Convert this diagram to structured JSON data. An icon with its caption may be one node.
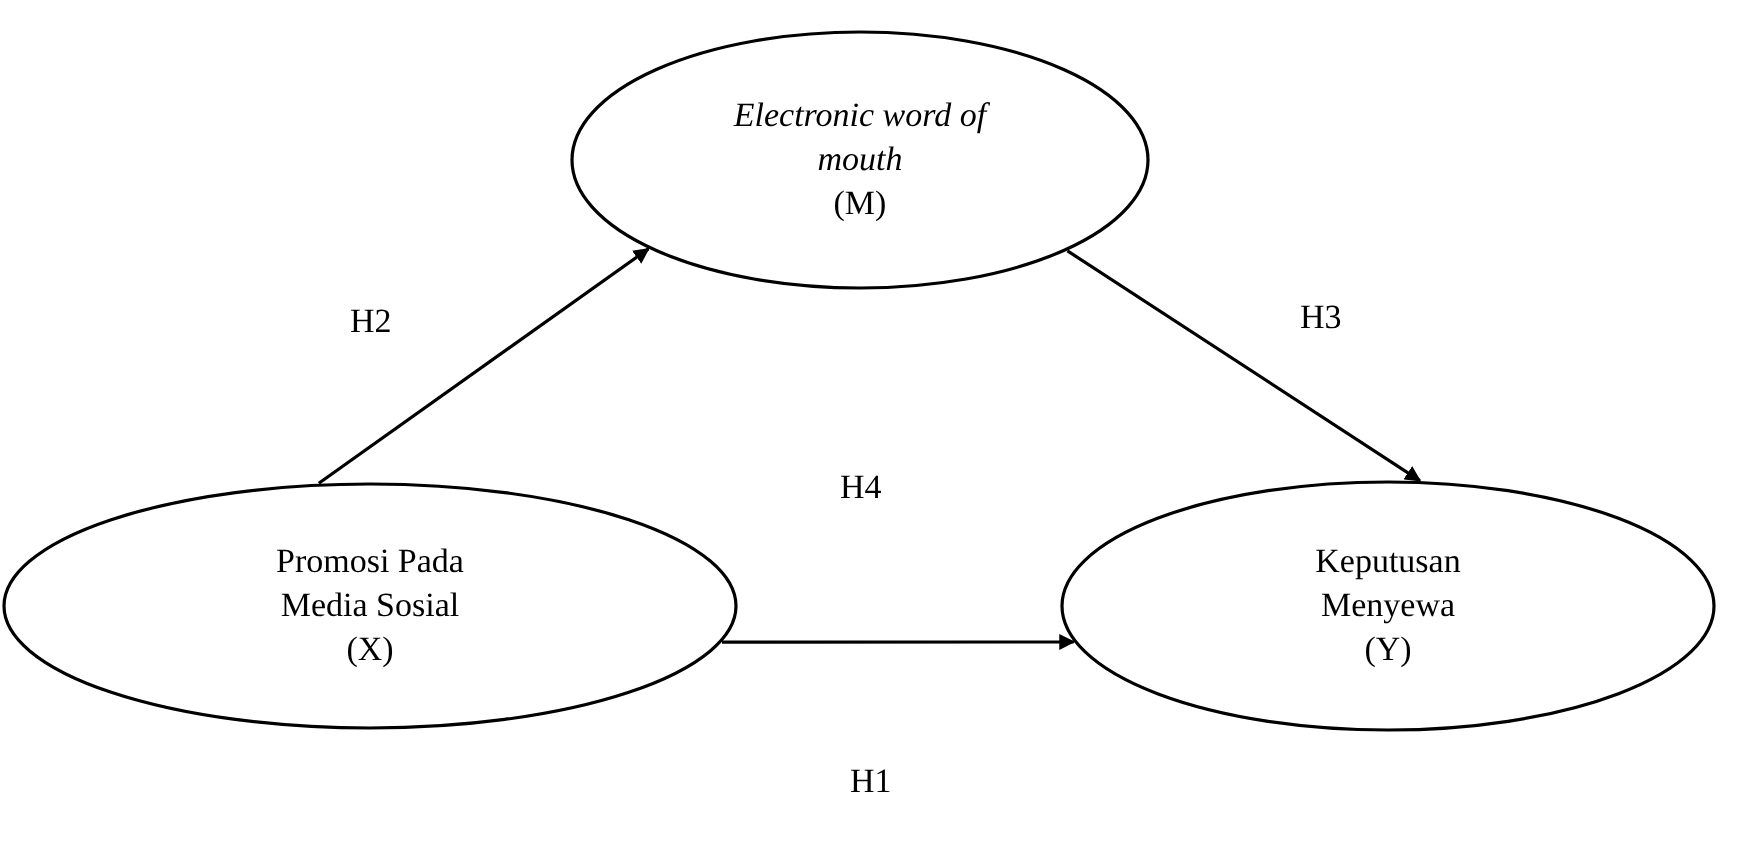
{
  "diagram": {
    "nodes": [
      {
        "text": [
          "Electronic word of mouth",
          "(M)"
        ]
      },
      {
        "text": [
          "Promosi Pada Media Sosial",
          "(X)"
        ]
      },
      {
        "text": [
          "Keputusan Menyewa",
          "(Y)"
        ]
      }
    ],
    "edges": [
      {
        "from": 1,
        "to": 0,
        "arrow": "to",
        "label": "H2"
      },
      {
        "from": 0,
        "to": 2,
        "arrow": "to",
        "label": "H3"
      },
      {
        "from": 1,
        "to": 2,
        "arrow": "to",
        "label": "H1"
      }
    ],
    "labels": [
      "H4"
    ]
  }
}
